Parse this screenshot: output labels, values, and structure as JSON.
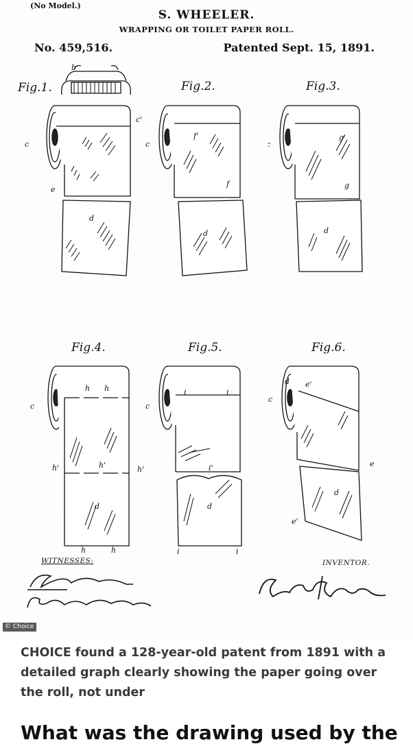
{
  "patent": {
    "model_note": "(No Model.)",
    "inventor_name": "S. WHEELER.",
    "subtitle": "WRAPPING OR TOILET PAPER ROLL.",
    "patent_number": "No. 459,516.",
    "patent_date": "Patented Sept. 15, 1891.",
    "figures": [
      "Fig.1.",
      "Fig.2.",
      "Fig.3.",
      "Fig.4.",
      "Fig.5.",
      "Fig.6."
    ],
    "witnesses_label": "WITNESSES:",
    "inventor_label": "INVENTOR."
  },
  "image_credit": "© Choice",
  "caption": "CHOICE found a 128-year-old patent from 1891 with a detailed graph clearly showing the paper going over the roll, not under",
  "next_heading": "What was the drawing used by the"
}
